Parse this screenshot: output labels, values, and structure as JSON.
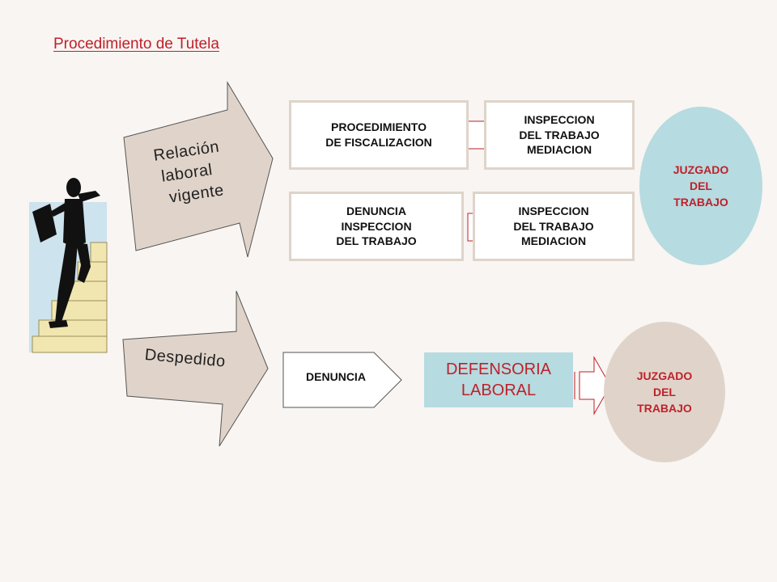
{
  "title": "Procedimiento de Tutela",
  "flow_relacion": {
    "label_lines": [
      "Relación",
      "laboral",
      "vigente"
    ],
    "row1": {
      "box": [
        "PROCEDIMIENTO",
        "DE FISCALIZACION"
      ],
      "target": [
        "INSPECCION",
        "DEL TRABAJO",
        "MEDIACION"
      ]
    },
    "row2": {
      "box": [
        "DENUNCIA",
        "INSPECCION",
        "DEL TRABAJO"
      ],
      "target": [
        "INSPECCION",
        "DEL TRABAJO",
        "MEDIACION"
      ]
    },
    "court": [
      "JUZGADO",
      "DEL",
      "TRABAJO"
    ]
  },
  "flow_despedido": {
    "label": "Despedido",
    "denuncia": "DENUNCIA",
    "defensoria": [
      "DEFENSORIA",
      "LABORAL"
    ],
    "court": [
      "JUZGADO",
      "DEL",
      "TRABAJO"
    ]
  },
  "colors": {
    "arrow_fill": "#e0d4ca",
    "box_border": "#dfd4ca",
    "court_top": "#b6dbe0",
    "court_bottom": "#e0d4ca",
    "accent_red": "#c0202a",
    "defensoria_fill": "#b6dbe0"
  }
}
